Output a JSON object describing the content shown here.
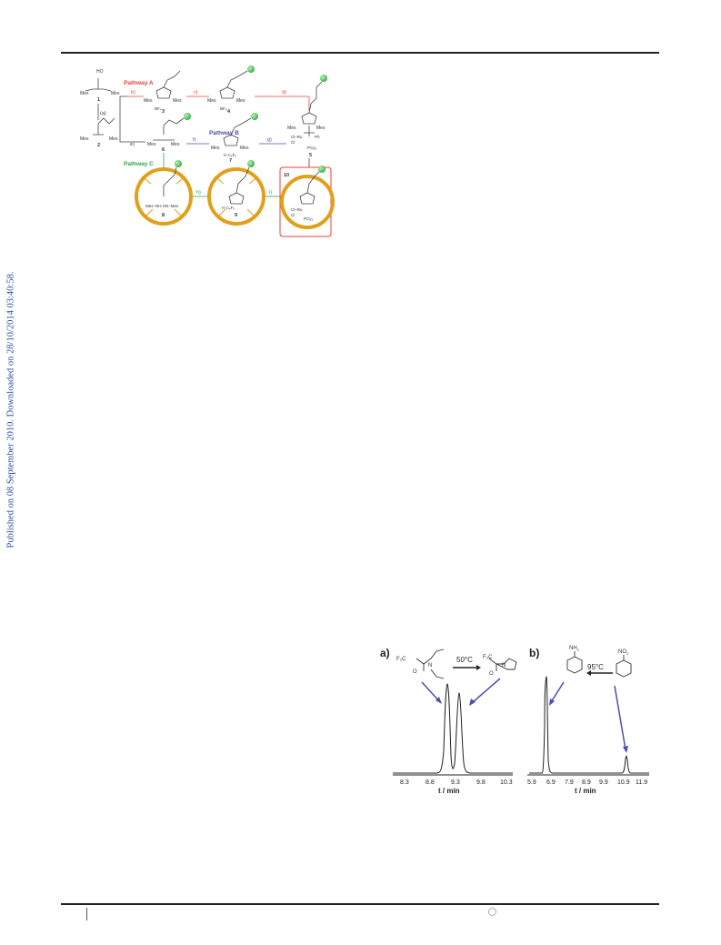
{
  "sidebar": {
    "published_text": "Published on 08 September 2010. Downloaded on 28/10/2014 03:40:58."
  },
  "scheme": {
    "pathway_a": "Pathway A",
    "pathway_b": "Pathway B",
    "pathway_c": "Pathway C",
    "steps": [
      "(a)",
      "b)",
      "c)",
      "d)",
      "e)",
      "f)",
      "g)",
      "h)",
      "i)"
    ],
    "compounds": [
      "1",
      "2",
      "3",
      "4",
      "5",
      "6",
      "7",
      "8",
      "9",
      "10"
    ],
    "colors": {
      "pathway_a": "#e8413c",
      "pathway_b": "#4b4fb0",
      "pathway_c": "#2fa34a",
      "ring": "#e0a01c",
      "ball": "#3db34a"
    }
  },
  "chromatogram": {
    "panel_a": {
      "label": "a)",
      "condition": "50°C",
      "xlabel": "t / min",
      "ticks": [
        "8.3",
        "8.8",
        "9.3",
        "9.8",
        "10.3"
      ]
    },
    "panel_b": {
      "label": "b)",
      "condition": "95°C",
      "xlabel": "t / min",
      "ticks": [
        "5.9",
        "6.9",
        "7.9",
        "8.9",
        "9.9",
        "10.9",
        "11.9"
      ],
      "nh2": "NH",
      "no2": "NO"
    }
  }
}
